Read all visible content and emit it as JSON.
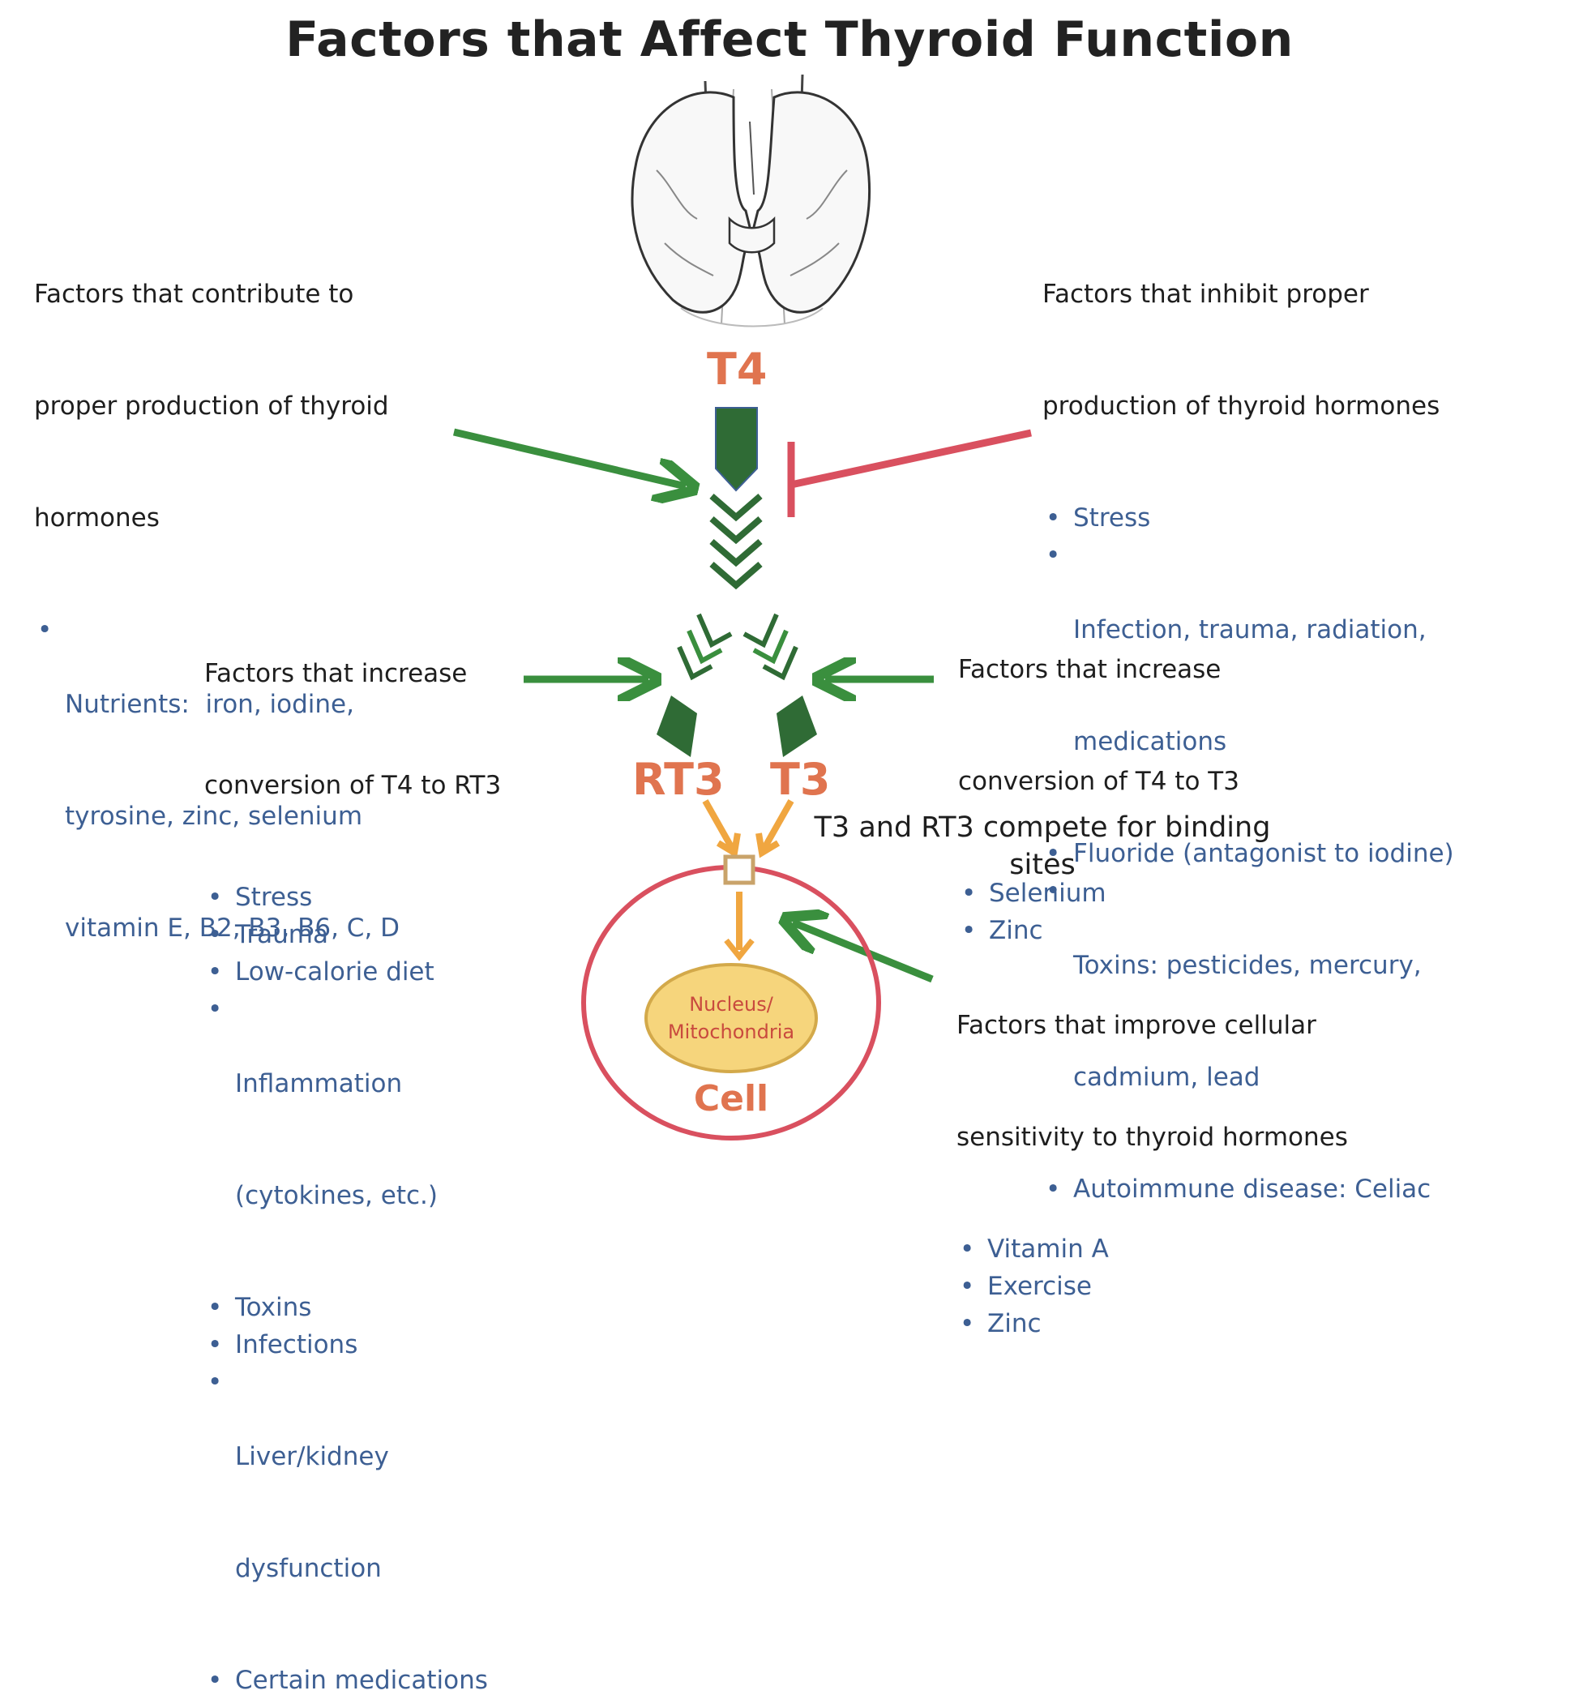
{
  "title": "Factors that Affect Thyroid Function",
  "contribute_production": {
    "heading_lines": [
      "Factors that contribute to",
      "proper production of thyroid",
      "hormones"
    ],
    "items": [
      [
        "Nutrients:  iron, iodine,",
        "tyrosine, zinc, selenium",
        "vitamin E, B2, B3, B6, C, D"
      ]
    ]
  },
  "inhibit_production": {
    "heading_lines": [
      "Factors that inhibit proper",
      "production of thyroid hormones"
    ],
    "items": [
      [
        "Stress"
      ],
      [
        "Infection, trauma, radiation,",
        "medications"
      ],
      [
        "Fluoride (antagonist to iodine)"
      ],
      [
        "Toxins: pesticides, mercury,",
        "cadmium, lead"
      ],
      [
        "Autoimmune disease: Celiac"
      ]
    ]
  },
  "increase_rt3": {
    "heading_lines": [
      "Factors that increase",
      "conversion of T4 to RT3"
    ],
    "items": [
      [
        "Stress"
      ],
      [
        "Trauma"
      ],
      [
        "Low-calorie diet"
      ],
      [
        "Inflammation",
        "(cytokines, etc.)"
      ],
      [
        "Toxins"
      ],
      [
        "Infections"
      ],
      [
        "Liver/kidney",
        "dysfunction"
      ],
      [
        "Certain medications"
      ]
    ]
  },
  "increase_t3": {
    "heading_lines": [
      "Factors that increase",
      "conversion of T4 to T3"
    ],
    "items": [
      [
        "Selenium"
      ],
      [
        "Zinc"
      ]
    ]
  },
  "sensitivity": {
    "heading_lines": [
      "Factors that improve cellular",
      "sensitivity to thyroid hormones"
    ],
    "items": [
      [
        "Vitamin A"
      ],
      [
        "Exercise"
      ],
      [
        "Zinc"
      ]
    ]
  },
  "hormones": {
    "t4": "T4",
    "rt3": "RT3",
    "t3": "T3"
  },
  "compete_lines": [
    "T3 and RT3 compete for binding",
    "sites"
  ],
  "nucleus_lines": [
    "Nucleus/",
    "Mitochondria"
  ],
  "cell_label": "Cell",
  "colors": {
    "green": "#3a8f3e",
    "dark_green": "#2f6b35",
    "red": "#d9505f",
    "orange": "#f0a640",
    "hormone_orange": "#e0744f",
    "blue_text": "#3d5f93",
    "nucleus_fill": "#f6d57c"
  }
}
